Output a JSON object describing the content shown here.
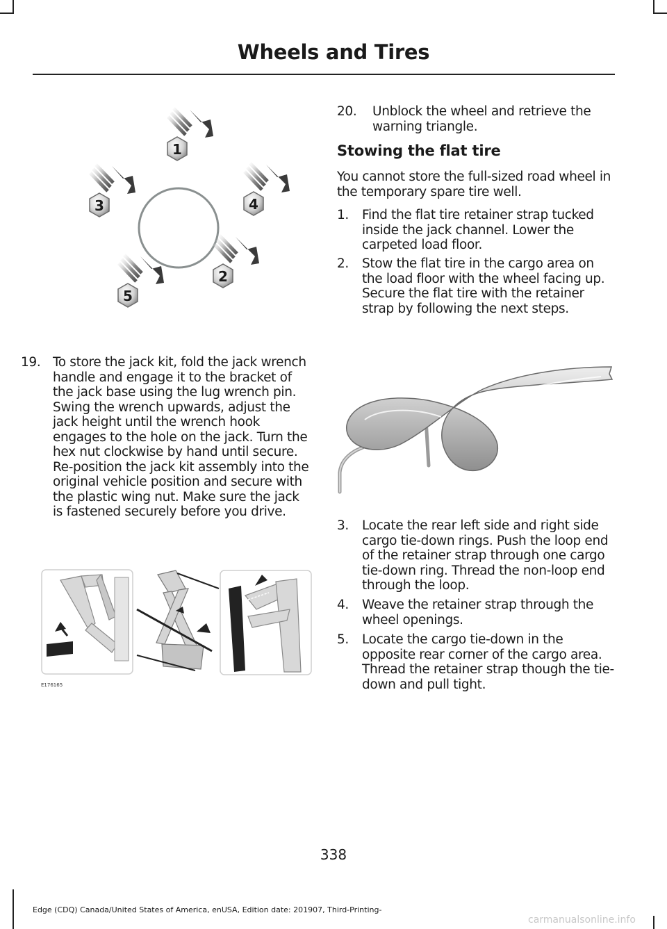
{
  "header": {
    "title": "Wheels and Tires"
  },
  "figures": {
    "lug_nut_sequence": {
      "nut_numbers": [
        "1",
        "4",
        "3",
        "2",
        "5"
      ]
    },
    "jack_kit": {
      "code": "E176165"
    }
  },
  "steps": {
    "s19": {
      "num": "19.",
      "text": "To store the jack kit, fold the jack wrench handle and engage it to the bracket of the jack base using the lug wrench pin. Swing the wrench upwards, adjust the jack height until the wrench hook engages to the hole on the jack. Turn the hex nut clockwise by hand until secure. Re-position the jack kit assembly into the original vehicle position and secure with the plastic wing nut. Make sure the jack is fastened securely before you drive."
    },
    "s20": {
      "num": "20.",
      "text": "Unblock the wheel and retrieve the warning triangle."
    },
    "s1": {
      "num": "1.",
      "text": "Find the flat tire retainer strap tucked inside the jack channel. Lower the carpeted load floor."
    },
    "s2": {
      "num": "2.",
      "text": "Stow the flat tire in the cargo area on the load floor with the wheel facing up. Secure the flat tire with the retainer strap by following the next steps."
    },
    "s3": {
      "num": "3.",
      "text": "Locate the rear left side and right side cargo tie-down rings. Push the loop end of the retainer strap through one cargo tie-down ring. Thread the non-loop end through the loop."
    },
    "s4": {
      "num": "4.",
      "text": "Weave the retainer strap through the wheel openings."
    },
    "s5": {
      "num": "5.",
      "text": "Locate the cargo tie-down in the opposite rear corner of the cargo area. Thread the retainer strap though the tie-down and pull tight."
    }
  },
  "section": {
    "heading": "Stowing the flat tire",
    "intro": "You cannot store the full-sized road wheel in the temporary spare tire well."
  },
  "page_number": "338",
  "footer": {
    "edition": "Edge (CDQ) Canada/United States of America, enUSA, Edition date: 201907, Third-Printing-"
  },
  "watermark": "carmanualsonline.info"
}
